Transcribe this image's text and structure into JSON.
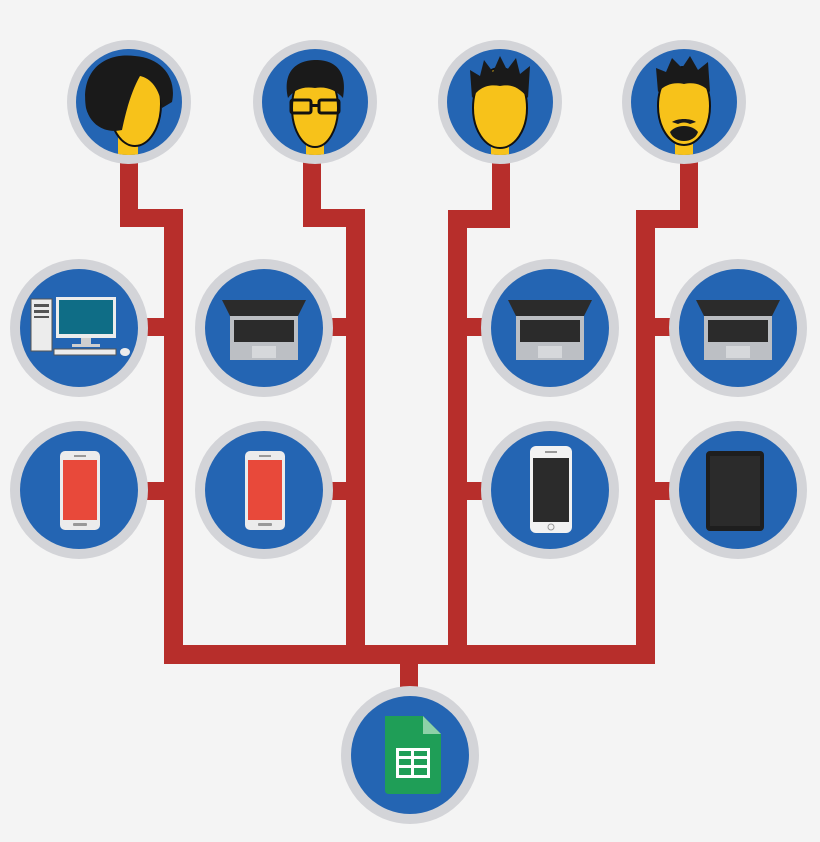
{
  "colors": {
    "background": "#f4f4f4",
    "connector": "#b72e2b",
    "node_fill": "#2465b3",
    "node_ring": "#d3d4d8",
    "face": "#f7c21a",
    "hair": "#1a1a1a",
    "sheets_green": "#1f9e57",
    "phone_red_screen": "#e8493a",
    "phone_dark_screen": "#2b2b2b",
    "laptop": "#bcbfc4",
    "monitor_screen": "#0f6d86"
  },
  "users": [
    {
      "id": "user-1",
      "icon": "woman-long-hair-icon"
    },
    {
      "id": "user-2",
      "icon": "man-glasses-icon"
    },
    {
      "id": "user-3",
      "icon": "man-spiky-hair-icon"
    },
    {
      "id": "user-4",
      "icon": "man-beard-icon"
    }
  ],
  "devices": [
    {
      "user": "user-1",
      "icon": "desktop-computer-icon"
    },
    {
      "user": "user-1",
      "icon": "android-phone-icon"
    },
    {
      "user": "user-2",
      "icon": "laptop-icon"
    },
    {
      "user": "user-2",
      "icon": "android-phone-icon"
    },
    {
      "user": "user-3",
      "icon": "laptop-icon"
    },
    {
      "user": "user-3",
      "icon": "iphone-icon"
    },
    {
      "user": "user-4",
      "icon": "laptop-icon"
    },
    {
      "user": "user-4",
      "icon": "tablet-icon"
    }
  ],
  "target": {
    "icon": "google-sheets-icon"
  }
}
